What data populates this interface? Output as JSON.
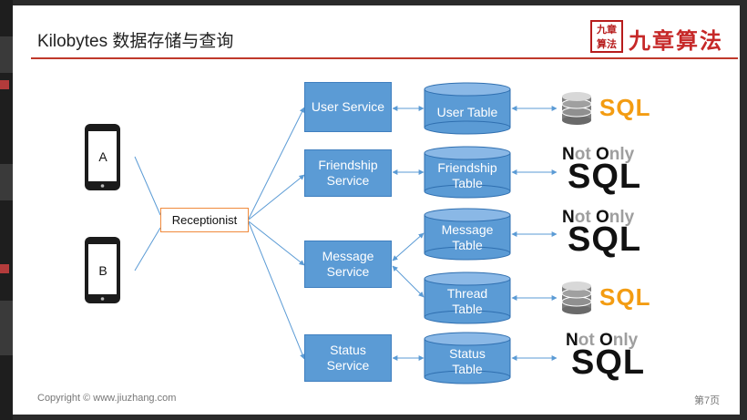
{
  "slide": {
    "title": "Kilobytes 数据存储与查询",
    "logo": {
      "seal_chars": [
        "九",
        "章",
        "算",
        "法"
      ],
      "wordmark": "九章算法"
    },
    "footer_copyright": "Copyright © www.jiuzhang.com",
    "page_number": "第7页"
  },
  "clients": [
    {
      "label": "A"
    },
    {
      "label": "B"
    }
  ],
  "receptionist": {
    "label": "Receptionist"
  },
  "services": [
    {
      "label": "User Service"
    },
    {
      "label": "Friendship\nService"
    },
    {
      "label": "Message\nService"
    },
    {
      "label": "Status\nService"
    }
  ],
  "tables": [
    {
      "label": "User Table"
    },
    {
      "label": "Friendship\nTable"
    },
    {
      "label": "Message\nTable"
    },
    {
      "label": "Thread\nTable"
    },
    {
      "label": "Status\nTable"
    }
  ],
  "databases": [
    {
      "kind": "sql",
      "text": "SQL"
    },
    {
      "kind": "nosql",
      "top_n": "N",
      "top_ot": "ot",
      "top_o": "O",
      "top_nly": "nly",
      "text": "SQL"
    },
    {
      "kind": "nosql",
      "top_n": "N",
      "top_ot": "ot",
      "top_o": "O",
      "top_nly": "nly",
      "text": "SQL"
    },
    {
      "kind": "sql",
      "text": "SQL"
    },
    {
      "kind": "nosql",
      "top_n": "N",
      "top_ot": "ot",
      "top_o": "O",
      "top_nly": "nly",
      "text": "SQL"
    }
  ],
  "colors": {
    "service_fill": "#5b9bd5",
    "connector": "#5b9bd5",
    "receptionist_border": "#f08a3c",
    "sql_orange": "#f39c12",
    "title_rule": "#c0392b"
  }
}
